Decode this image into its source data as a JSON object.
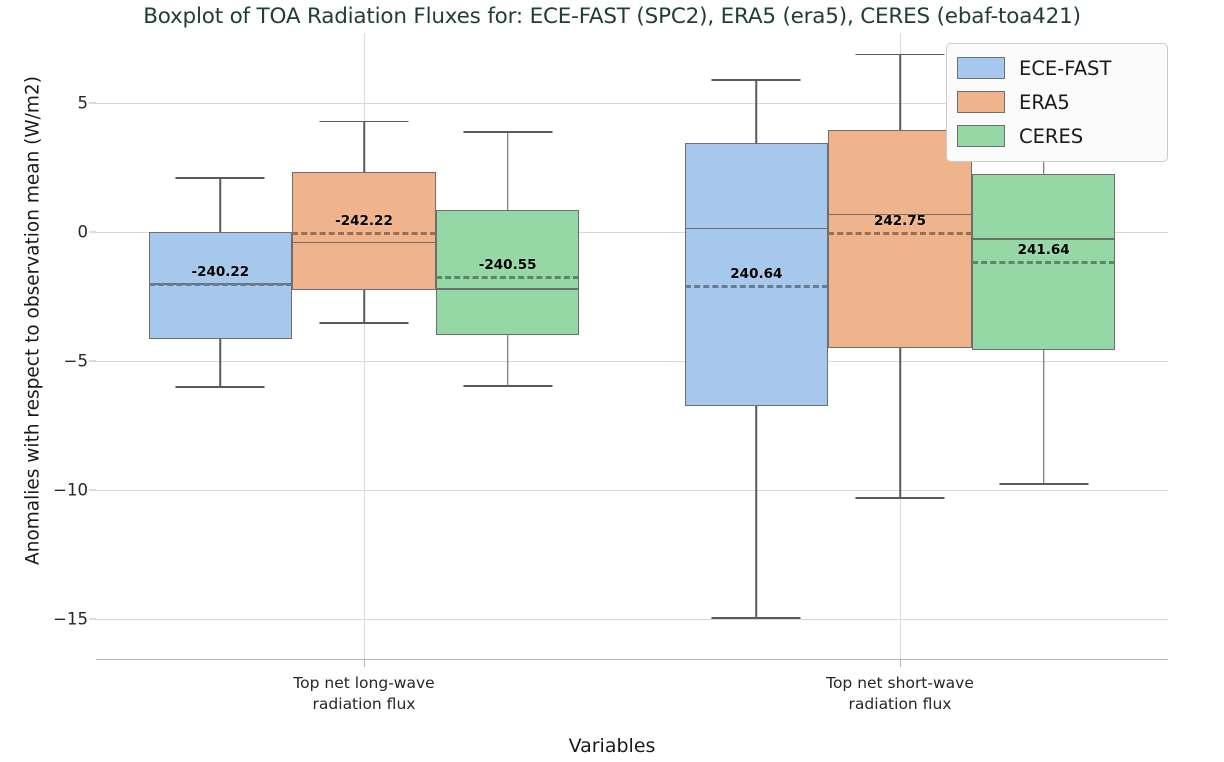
{
  "chart_data": {
    "type": "box",
    "title": "Boxplot of TOA Radiation Fluxes for: ECE-FAST (SPC2), ERA5 (era5), CERES (ebaf-toa421)",
    "xlabel": "Variables",
    "ylabel": "Anomalies with respect to observation mean (W/m2)",
    "ylim": [
      -16.6,
      7.7
    ],
    "yticks": [
      5,
      0,
      -5,
      -10,
      -15
    ],
    "ytick_labels": [
      "5",
      "0",
      "−5",
      "−10",
      "−15"
    ],
    "grid": true,
    "legend_position": "upper right",
    "categories": [
      "Top net long-wave radiation flux",
      "Top net short-wave radiation flux"
    ],
    "series": [
      {
        "name": "ECE-FAST",
        "color": "#a6c8ec",
        "boxes": [
          {
            "category": "Top net long-wave radiation flux",
            "whisker_low": -6.0,
            "q1": -4.15,
            "median": -2.0,
            "q3": 0.0,
            "whisker_high": 2.1,
            "mean": -2.0,
            "label": "-240.22"
          },
          {
            "category": "Top net short-wave radiation flux",
            "whisker_low": -14.95,
            "q1": -6.75,
            "median": 0.15,
            "q3": 3.45,
            "whisker_high": 5.9,
            "mean": -2.05,
            "label": "240.64"
          }
        ]
      },
      {
        "name": "ERA5",
        "color": "#efb48c",
        "boxes": [
          {
            "category": "Top net long-wave radiation flux",
            "whisker_low": -3.5,
            "q1": -2.25,
            "median": -0.4,
            "q3": 2.3,
            "whisker_high": 4.3,
            "mean": 0.0,
            "label": "-242.22"
          },
          {
            "category": "Top net short-wave radiation flux",
            "whisker_low": -10.3,
            "q1": -4.5,
            "median": 0.7,
            "q3": 3.95,
            "whisker_high": 6.9,
            "mean": 0.0,
            "label": "242.75"
          }
        ]
      },
      {
        "name": "CERES",
        "color": "#95d8a6",
        "boxes": [
          {
            "category": "Top net long-wave radiation flux",
            "whisker_low": -5.95,
            "q1": -4.0,
            "median": -2.2,
            "q3": 0.85,
            "whisker_high": 3.9,
            "mean": -1.7,
            "label": "-240.55"
          },
          {
            "category": "Top net short-wave radiation flux",
            "whisker_low": -9.75,
            "q1": -4.6,
            "median": -0.25,
            "q3": 2.25,
            "whisker_high": 6.8,
            "mean": -1.15,
            "label": "241.64"
          }
        ]
      }
    ]
  },
  "legend": {
    "items": [
      {
        "label": "ECE-FAST",
        "color": "#a6c8ec"
      },
      {
        "label": "ERA5",
        "color": "#efb48c"
      },
      {
        "label": "CERES",
        "color": "#95d8a6"
      }
    ]
  }
}
